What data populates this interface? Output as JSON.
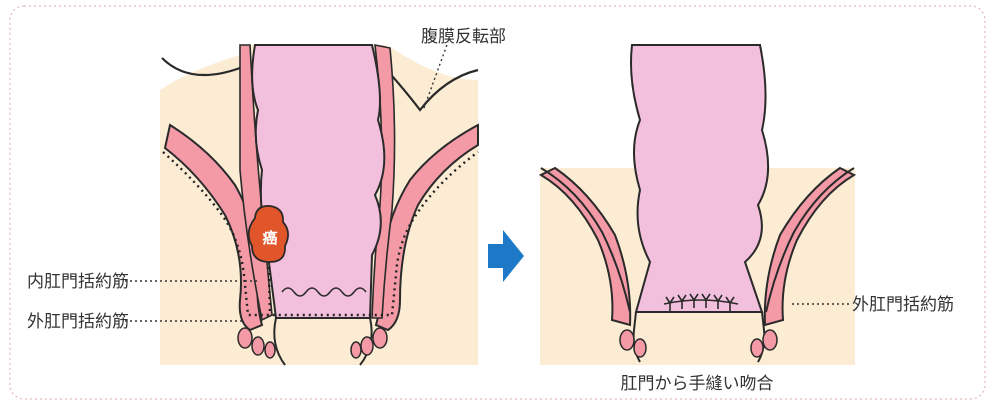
{
  "labels": {
    "peritoneal_reflection": "腹膜反転部",
    "internal_sphincter": "内肛門括約筋",
    "external_sphincter_left": "外肛門括約筋",
    "external_sphincter_right": "外肛門括約筋",
    "tumor": "癌",
    "caption": "肛門から手縫い吻合"
  },
  "colors": {
    "skin": "#fbecd3",
    "rectum": "#f2bfdc",
    "muscle": "#f39aa6",
    "tumor": "#e0562a",
    "arrow": "#1d78c8",
    "frame": "#e6b7b7",
    "outline": "#2a2a2a"
  },
  "icons": {
    "arrow": "right-arrow-icon"
  }
}
